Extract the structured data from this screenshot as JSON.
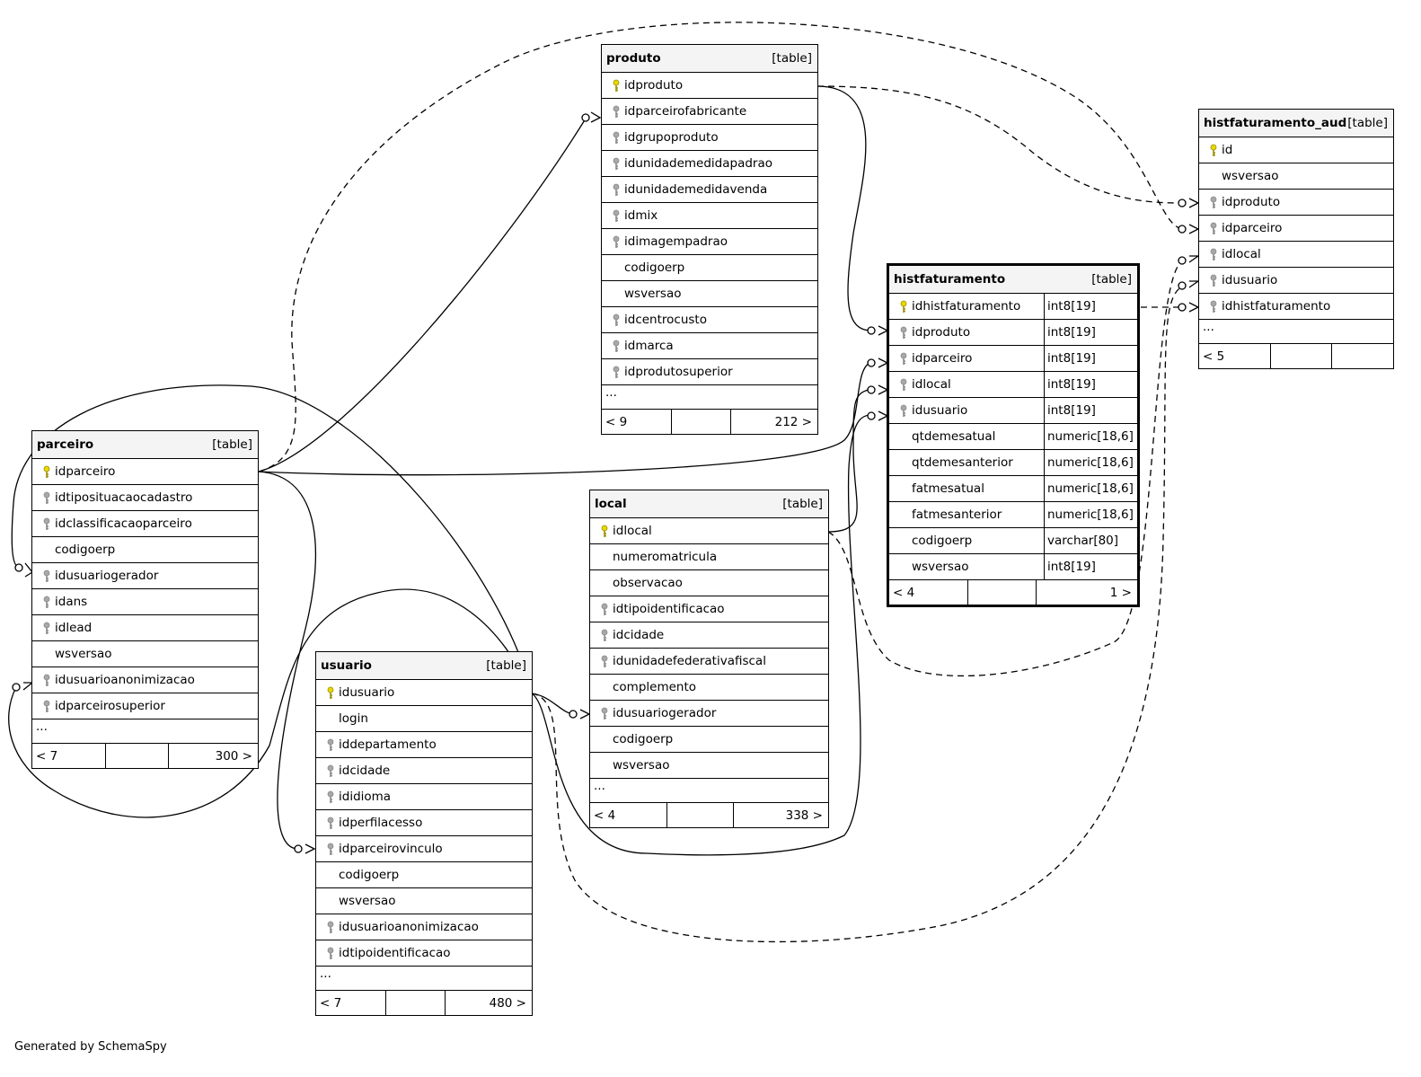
{
  "caption": "Generated by SchemaSpy",
  "tables": {
    "produto": {
      "name": "produto",
      "kind": "[table]",
      "columns": [
        {
          "name": "idproduto",
          "key": "pk"
        },
        {
          "name": "idparceirofabricante",
          "key": "fk"
        },
        {
          "name": "idgrupoproduto",
          "key": "fk"
        },
        {
          "name": "idunidademedidapadrao",
          "key": "fk"
        },
        {
          "name": "idunidademedidavenda",
          "key": "fk"
        },
        {
          "name": "idmix",
          "key": "fk"
        },
        {
          "name": "idimagempadrao",
          "key": "fk"
        },
        {
          "name": "codigoerp",
          "key": ""
        },
        {
          "name": "wsversao",
          "key": ""
        },
        {
          "name": "idcentrocusto",
          "key": "fk"
        },
        {
          "name": "idmarca",
          "key": "fk"
        },
        {
          "name": "idprodutosuperior",
          "key": "fk"
        }
      ],
      "more": "...",
      "footer": [
        "< 9",
        "",
        "212 >"
      ]
    },
    "histfaturamento_aud": {
      "name": "histfaturamento_aud",
      "kind": "[table]",
      "columns": [
        {
          "name": "id",
          "key": "pk"
        },
        {
          "name": "wsversao",
          "key": ""
        },
        {
          "name": "idproduto",
          "key": "fk"
        },
        {
          "name": "idparceiro",
          "key": "fk"
        },
        {
          "name": "idlocal",
          "key": "fk"
        },
        {
          "name": "idusuario",
          "key": "fk"
        },
        {
          "name": "idhistfaturamento",
          "key": "fk"
        }
      ],
      "more": "...",
      "footer": [
        "< 5",
        "",
        ""
      ]
    },
    "histfaturamento": {
      "name": "histfaturamento",
      "kind": "[table]",
      "columns": [
        {
          "name": "idhistfaturamento",
          "key": "pk",
          "type": "int8[19]"
        },
        {
          "name": "idproduto",
          "key": "fk",
          "type": "int8[19]"
        },
        {
          "name": "idparceiro",
          "key": "fk",
          "type": "int8[19]"
        },
        {
          "name": "idlocal",
          "key": "fk",
          "type": "int8[19]"
        },
        {
          "name": "idusuario",
          "key": "fk",
          "type": "int8[19]"
        },
        {
          "name": "qtdemesatual",
          "key": "",
          "type": "numeric[18,6]"
        },
        {
          "name": "qtdemesanterior",
          "key": "",
          "type": "numeric[18,6]"
        },
        {
          "name": "fatmesatual",
          "key": "",
          "type": "numeric[18,6]"
        },
        {
          "name": "fatmesanterior",
          "key": "",
          "type": "numeric[18,6]"
        },
        {
          "name": "codigoerp",
          "key": "",
          "type": "varchar[80]"
        },
        {
          "name": "wsversao",
          "key": "",
          "type": "int8[19]"
        }
      ],
      "footer": [
        "< 4",
        "",
        "1 >"
      ]
    },
    "parceiro": {
      "name": "parceiro",
      "kind": "[table]",
      "columns": [
        {
          "name": "idparceiro",
          "key": "pk"
        },
        {
          "name": "idtipositua​caocadastro",
          "key": "fk"
        },
        {
          "name": "idclassificacaoparceiro",
          "key": "fk"
        },
        {
          "name": "codigoerp",
          "key": ""
        },
        {
          "name": "idusuariogerador",
          "key": "fk"
        },
        {
          "name": "idans",
          "key": "fk"
        },
        {
          "name": "idlead",
          "key": "fk"
        },
        {
          "name": "wsversao",
          "key": ""
        },
        {
          "name": "idusuarioanonimizacao",
          "key": "fk"
        },
        {
          "name": "idparceirosuperior",
          "key": "fk"
        }
      ],
      "more": "...",
      "footer": [
        "< 7",
        "",
        "300 >"
      ]
    },
    "local": {
      "name": "local",
      "kind": "[table]",
      "columns": [
        {
          "name": "idlocal",
          "key": "pk"
        },
        {
          "name": "numeromatricula",
          "key": ""
        },
        {
          "name": "observacao",
          "key": ""
        },
        {
          "name": "idtipoidentificacao",
          "key": "fk"
        },
        {
          "name": "idcidade",
          "key": "fk"
        },
        {
          "name": "idunidadefederativafiscal",
          "key": "fk"
        },
        {
          "name": "complemento",
          "key": ""
        },
        {
          "name": "idusuariogerador",
          "key": "fk"
        },
        {
          "name": "codigoerp",
          "key": ""
        },
        {
          "name": "wsversao",
          "key": ""
        }
      ],
      "more": "...",
      "footer": [
        "< 4",
        "",
        "338 >"
      ]
    },
    "usuario": {
      "name": "usuario",
      "kind": "[table]",
      "columns": [
        {
          "name": "idusuario",
          "key": "pk"
        },
        {
          "name": "login",
          "key": ""
        },
        {
          "name": "iddepartamento",
          "key": "fk"
        },
        {
          "name": "idcidade",
          "key": "fk"
        },
        {
          "name": "ididioma",
          "key": "fk"
        },
        {
          "name": "idperfilacesso",
          "key": "fk"
        },
        {
          "name": "idparceirovinculo",
          "key": "fk"
        },
        {
          "name": "codigoerp",
          "key": ""
        },
        {
          "name": "wsversao",
          "key": ""
        },
        {
          "name": "idusuarioanonimizacao",
          "key": "fk"
        },
        {
          "name": "idtipoidentificacao",
          "key": "fk"
        }
      ],
      "more": "...",
      "footer": [
        "< 7",
        "",
        "480 >"
      ]
    }
  },
  "colors": {
    "pk_key": "#e8d800",
    "fk_key": "#a8a8a8",
    "header_bg": "#f4f4f4"
  }
}
